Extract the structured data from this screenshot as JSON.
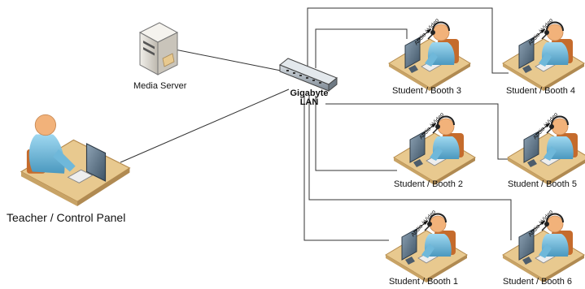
{
  "switch": {
    "line1": "Gigabyte",
    "line2": "LAN"
  },
  "media_server": {
    "label": "Media Server"
  },
  "teacher": {
    "label": "Teacher / Control Panel"
  },
  "av_label": "Audio / Video",
  "booths": [
    {
      "label": "Student / Booth 3"
    },
    {
      "label": "Student / Booth 4"
    },
    {
      "label": "Student / Booth 2"
    },
    {
      "label": "Student / Booth 5"
    },
    {
      "label": "Student / Booth 1"
    },
    {
      "label": "Student / Booth 6"
    }
  ],
  "colors": {
    "line": "#333333",
    "desk": "#e8c98f",
    "desk_edge": "#c8a366",
    "person": "#7fc7e6",
    "person_dark": "#4a98bf",
    "skin": "#f2b27a",
    "monitor": "#6c7f90",
    "server": "#dedbd4",
    "switch": "#9aa4ad"
  }
}
